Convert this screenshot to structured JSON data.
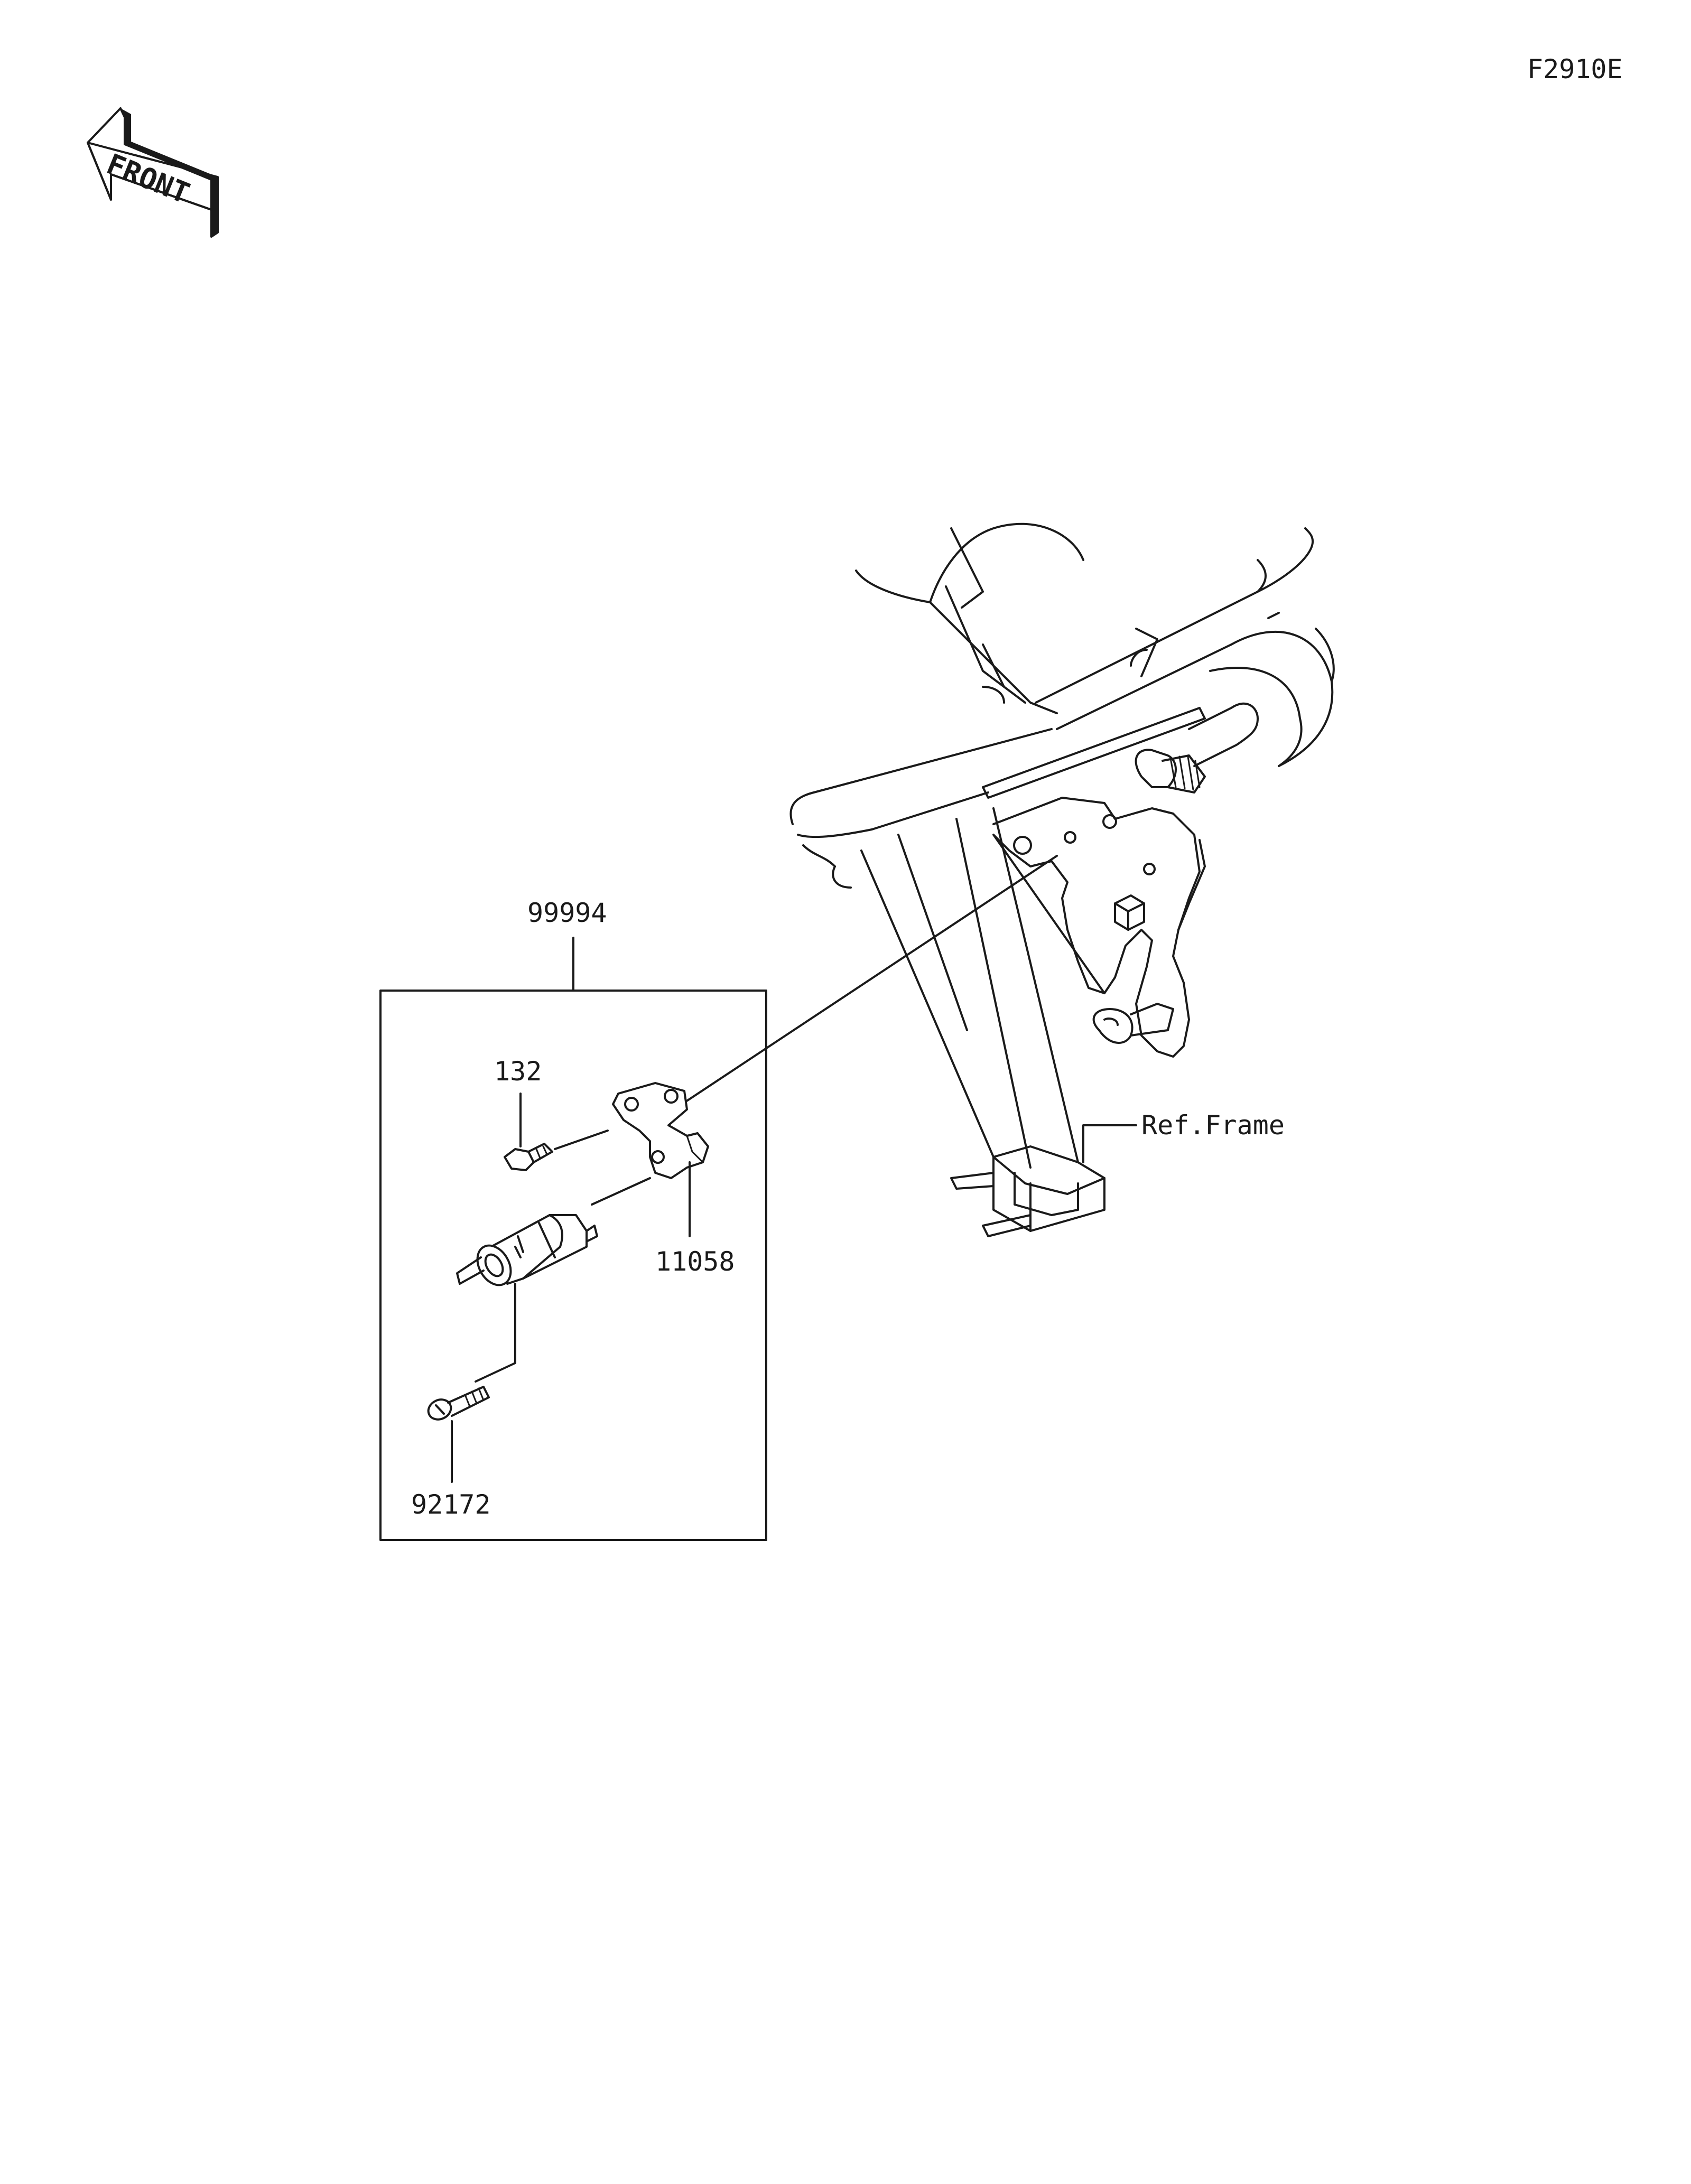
{
  "figure_code": "F2910E",
  "front_label": "FRONT",
  "callouts": {
    "kit": "99994",
    "bolt": "132",
    "bracket": "11058",
    "screw": "92172",
    "frame": "Ref.Frame"
  }
}
